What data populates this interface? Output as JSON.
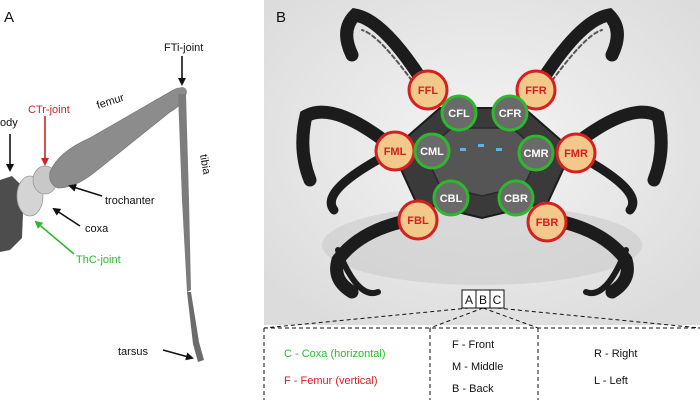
{
  "panel_a": {
    "letter": "A",
    "labels": {
      "body": "ody",
      "ctr_joint": "CTr-joint",
      "femur": "femur",
      "fti_joint": "FTi-joint",
      "tibia": "tibia",
      "trochanter": "trochanter",
      "coxa": "coxa",
      "thc_joint": "ThC-joint",
      "tarsus": "tarsus"
    }
  },
  "panel_b": {
    "letter": "B",
    "femur_joints": [
      "FFL",
      "FFR",
      "FML",
      "FMR",
      "FBL",
      "FBR"
    ],
    "coxa_joints": [
      "CFL",
      "CFR",
      "CML",
      "CMR",
      "CBL",
      "CBR"
    ],
    "code_boxes": [
      "A",
      "B",
      "C"
    ]
  },
  "legend": {
    "coxa": "C - Coxa (horizontal)",
    "femur": "F - Femur (vertical)",
    "front": "F - Front",
    "middle": "M - Middle",
    "back": "B - Back",
    "right": "R - Right",
    "left": "L - Left"
  },
  "colors": {
    "green": "#2db82d",
    "red": "#d42020",
    "femur_fill": "#f2c98a",
    "leg_dark": "#1c1c1c",
    "bone_gray": "#8a8a8a"
  }
}
